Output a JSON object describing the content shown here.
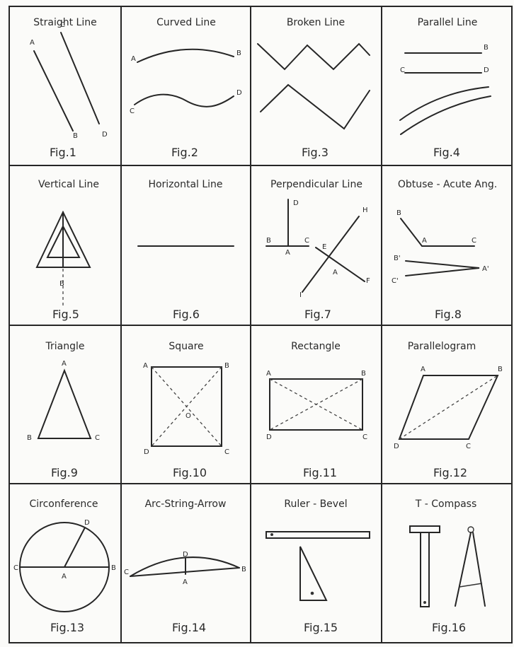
{
  "cells": [
    {
      "title": "Straight Line",
      "fig": "Fig.1"
    },
    {
      "title": "Curved Line",
      "fig": "Fig.2"
    },
    {
      "title": "Broken Line",
      "fig": "Fig.3"
    },
    {
      "title": "Parallel Line",
      "fig": "Fig.4"
    },
    {
      "title": "Vertical Line",
      "fig": "Fig.5"
    },
    {
      "title": "Horizontal Line",
      "fig": "Fig.6"
    },
    {
      "title": "Perpendicular Line",
      "fig": "Fig.7"
    },
    {
      "title": "Obtuse - Acute Ang.",
      "fig": "Fig.8"
    },
    {
      "title": "Triangle",
      "fig": "Fig.9"
    },
    {
      "title": "Square",
      "fig": "Fig.10"
    },
    {
      "title": "Rectangle",
      "fig": "Fig.11"
    },
    {
      "title": "Parallelogram",
      "fig": "Fig.12"
    },
    {
      "title": "Circonference",
      "fig": "Fig.13"
    },
    {
      "title": "Arc-String-Arrow",
      "fig": "Fig.14"
    },
    {
      "title": "Ruler - Bevel",
      "fig": "Fig.15"
    },
    {
      "title": "T - Compass",
      "fig": "Fig.16"
    }
  ],
  "labels": {
    "A": "A",
    "B": "B",
    "C": "C",
    "D": "D",
    "E": "E",
    "F": "F",
    "H": "H",
    "I": "I",
    "O": "O",
    "B_prime": "B'",
    "C_prime": "C'",
    "A_prime": "A'"
  }
}
